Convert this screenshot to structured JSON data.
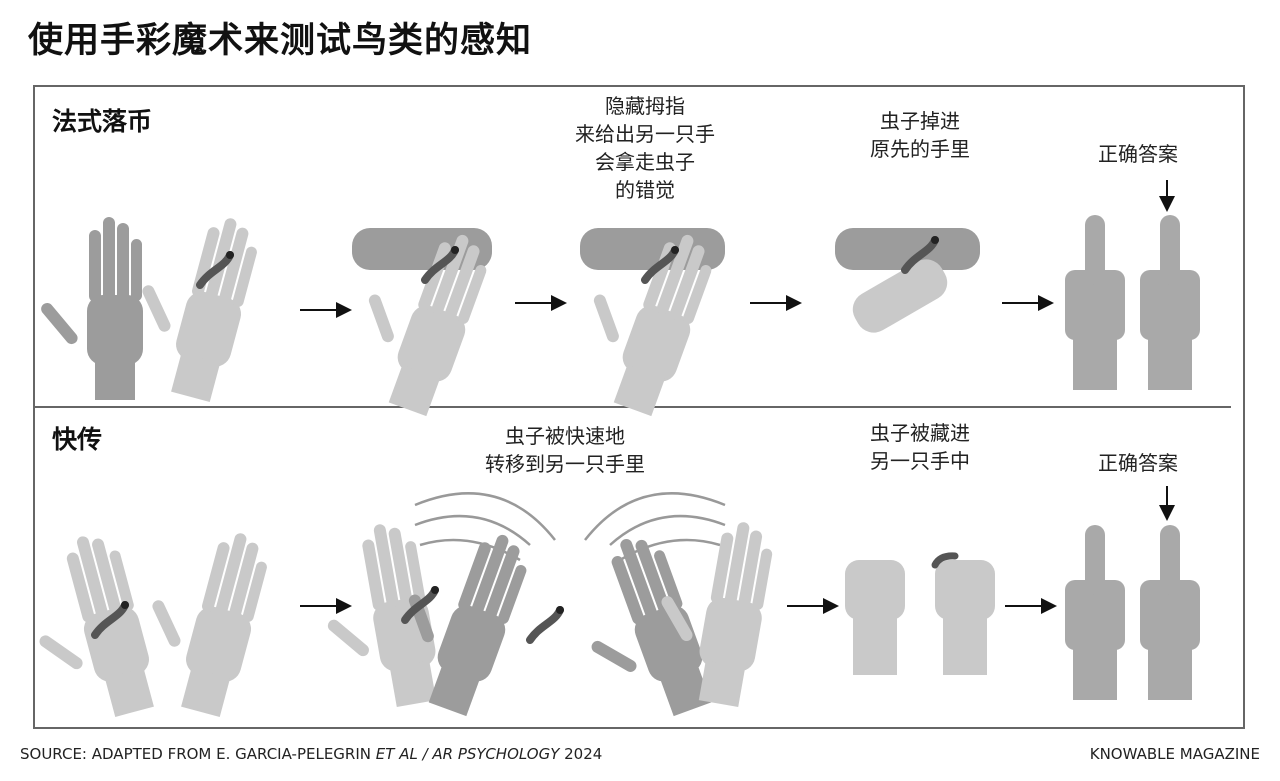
{
  "title": "使用手彩魔术来测试鸟类的感知",
  "sections": [
    {
      "label": "法式落币",
      "captions": [
        {
          "lines": [
            "隐藏拇指",
            "来给出另一只手",
            "会拿走虫子",
            "的错觉"
          ]
        },
        {
          "lines": [
            "虫子掉进",
            "原先的手里"
          ]
        },
        {
          "lines": [
            "正确答案"
          ]
        }
      ]
    },
    {
      "label": "快传",
      "captions": [
        {
          "lines": [
            "虫子被快速地",
            "转移到另一只手里"
          ]
        },
        {
          "lines": [
            "虫子被藏进",
            "另一只手中"
          ]
        },
        {
          "lines": [
            "正确答案"
          ]
        }
      ]
    }
  ],
  "footer": {
    "source_prefix": "SOURCE: ADAPTED FROM E. GARCIA-PELEGRIN ",
    "source_italic1": "ET AL / AR PSYCHOLOGY",
    "source_suffix": " 2024",
    "brand": "KNOWABLE MAGAZINE"
  },
  "colors": {
    "hand_dark": "#9c9c9c",
    "hand_light": "#c9c9c9",
    "worm": "#555555",
    "frame": "#666666"
  }
}
